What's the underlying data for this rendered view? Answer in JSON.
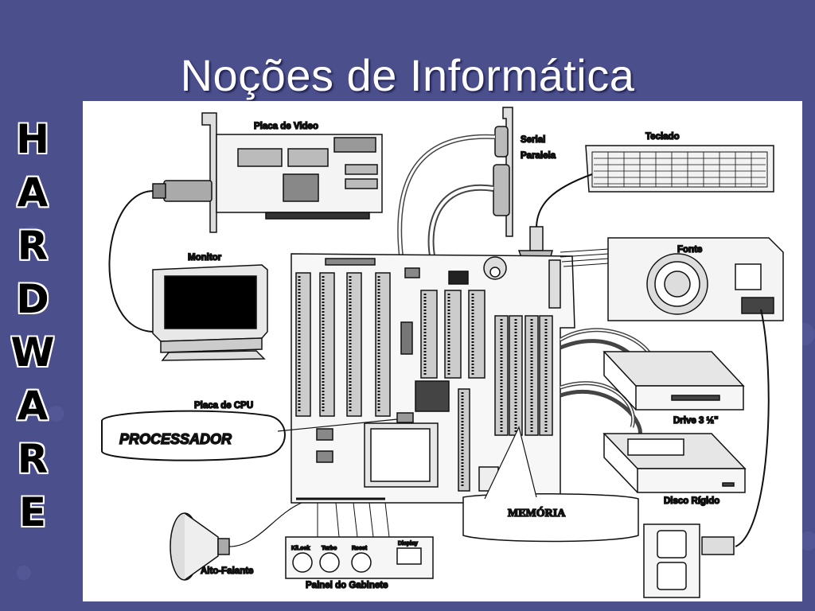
{
  "slide": {
    "title": "Noções de Informática",
    "vertical_word": [
      "H",
      "A",
      "R",
      "D",
      "W",
      "A",
      "R",
      "E"
    ]
  },
  "diagram": {
    "labels": {
      "video": "Placa de Video",
      "serial": "Serial",
      "paralela": "Paralela",
      "teclado": "Teclado",
      "monitor": "Monitor",
      "fonte": "Fonte",
      "cpu_board": "Placa de CPU",
      "processador": "PROCESSADOR",
      "drive": "Drive 3 ½\"",
      "disco": "Disco Rígido",
      "memoria": "MEMÓRIA",
      "alto_falante": "Alto-Falante",
      "painel": "Painel do Gabinete",
      "btn_lock": "K/Lock",
      "btn_turbo": "Turbo",
      "btn_reset": "Reset",
      "btn_display": "Display"
    }
  },
  "colors": {
    "background": "#4b4f8c",
    "panel": "#ffffff",
    "title": "#ffffff"
  }
}
